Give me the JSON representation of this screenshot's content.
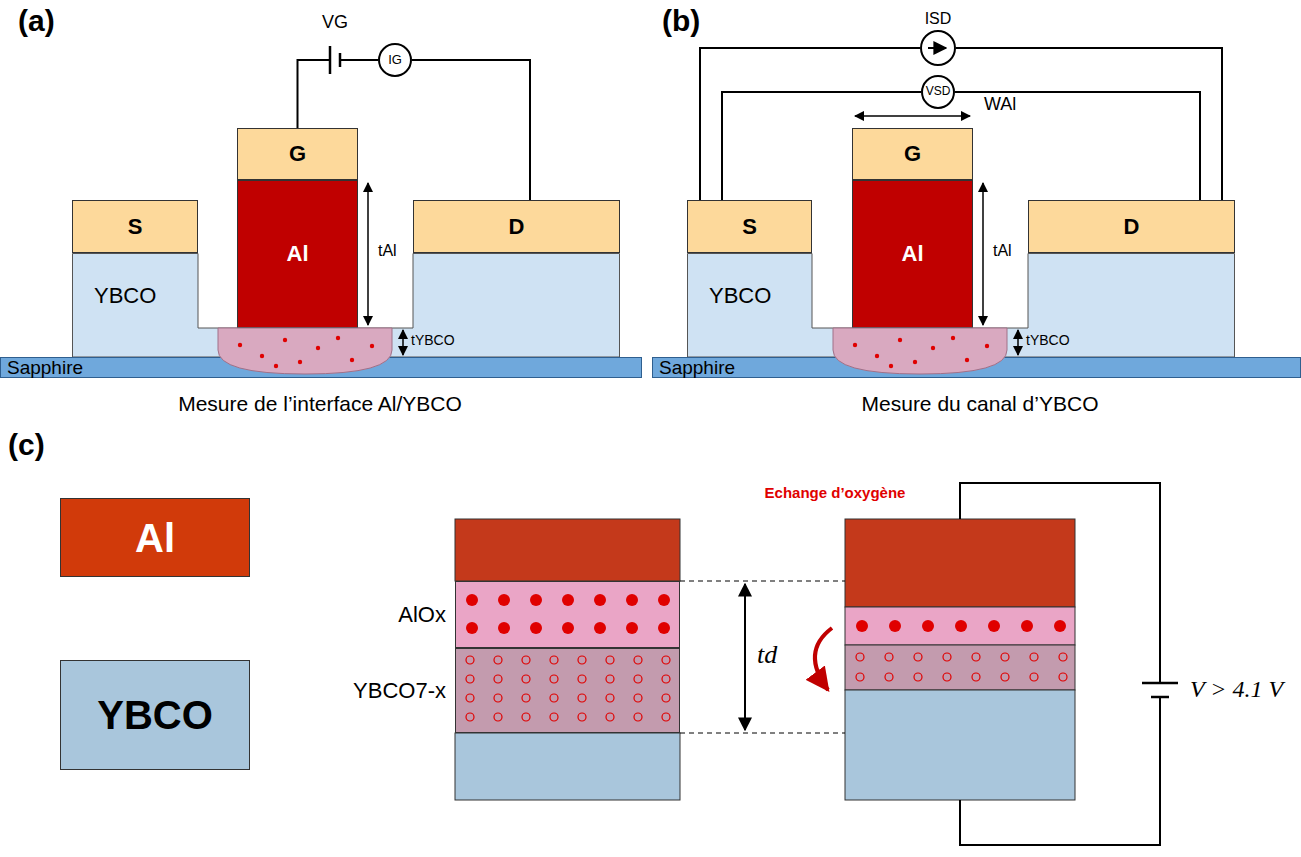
{
  "diagram": {
    "nodes": [
      {
        "text": [
          "IG"
        ]
      },
      {
        "text": [
          "S"
        ]
      },
      {
        "text": [
          "G"
        ]
      },
      {
        "text": [
          "D"
        ]
      },
      {
        "text": [
          "Al"
        ]
      },
      {
        "text": [
          "YBCO"
        ]
      },
      {
        "text": [
          "Sapphire"
        ]
      },
      {
        "text": [
          "ISD"
        ]
      },
      {
        "text": [
          "VSD"
        ]
      },
      {
        "text": [
          "S"
        ]
      },
      {
        "text": [
          "G"
        ]
      },
      {
        "text": [
          "D"
        ]
      },
      {
        "text": [
          "Al"
        ]
      },
      {
        "text": [
          "YBCO"
        ]
      },
      {
        "text": [
          "Sapphire"
        ]
      },
      {
        "text": [
          "Al"
        ]
      },
      {
        "text": [
          "YBCO"
        ]
      },
      {
        "text": [
          "AlOx"
        ]
      },
      {
        "text": [
          "YBCO7-x"
        ]
      }
    ],
    "edges": [
      {
        "from": 2,
        "to": 0,
        "arrow": "none"
      },
      {
        "from": 0,
        "to": 3,
        "arrow": "none"
      },
      {
        "from": 9,
        "to": 7,
        "arrow": "none"
      },
      {
        "from": 7,
        "to": 11,
        "arrow": "none"
      },
      {
        "from": 9,
        "to": 8,
        "arrow": "none"
      },
      {
        "from": 8,
        "to": 11,
        "arrow": "none"
      }
    ],
    "labels": [
      "(a)",
      "(b)",
      "(c)",
      "VG",
      "tAl",
      "tYBCO",
      "Mesure de l’interface Al/YBCO",
      "WAl",
      "tAl",
      "tYBCO",
      "Mesure du canal d’YBCO",
      "Echange d’oxygène",
      "td",
      "V > 4.1 V"
    ]
  }
}
